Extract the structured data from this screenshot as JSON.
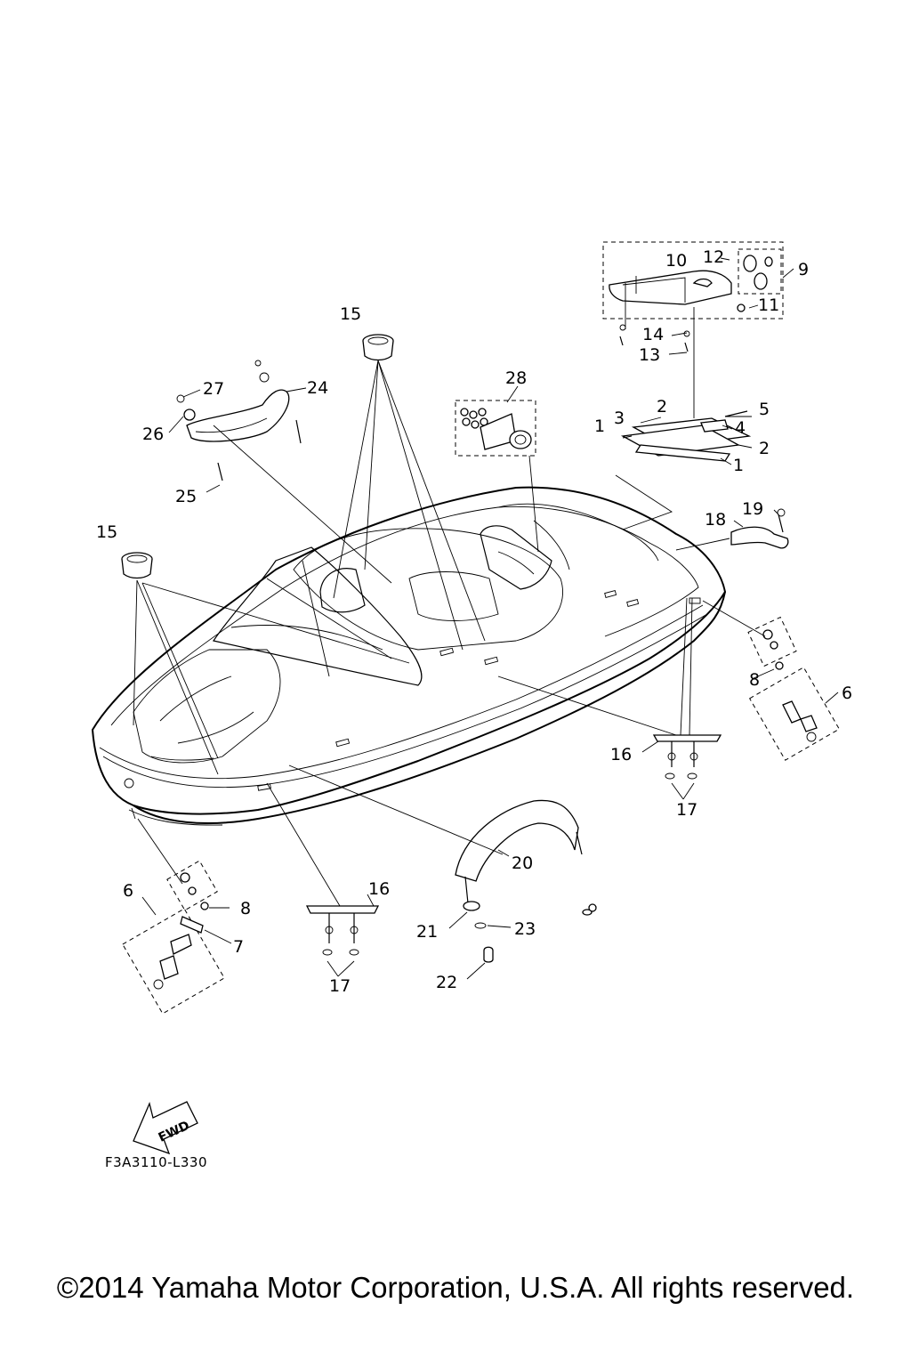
{
  "callouts": {
    "c1a": "1",
    "c1b": "1",
    "c2a": "2",
    "c2b": "2",
    "c3": "3",
    "c4": "4",
    "c5": "5",
    "c6a": "6",
    "c6b": "6",
    "c7": "7",
    "c8a": "8",
    "c8b": "8",
    "c9": "9",
    "c10": "10",
    "c11": "11",
    "c12": "12",
    "c13": "13",
    "c14": "14",
    "c15a": "15",
    "c15b": "15",
    "c16a": "16",
    "c16b": "16",
    "c17a": "17",
    "c17b": "17",
    "c18": "18",
    "c19": "19",
    "c20": "20",
    "c21": "21",
    "c22": "22",
    "c23": "23",
    "c24": "24",
    "c25": "25",
    "c26": "26",
    "c27": "27",
    "c28": "28"
  },
  "fwd_label": "FWD",
  "diagram_code": "F3A3110-L330",
  "copyright": "©2014 Yamaha Motor Corporation, U.S.A. All rights reserved."
}
